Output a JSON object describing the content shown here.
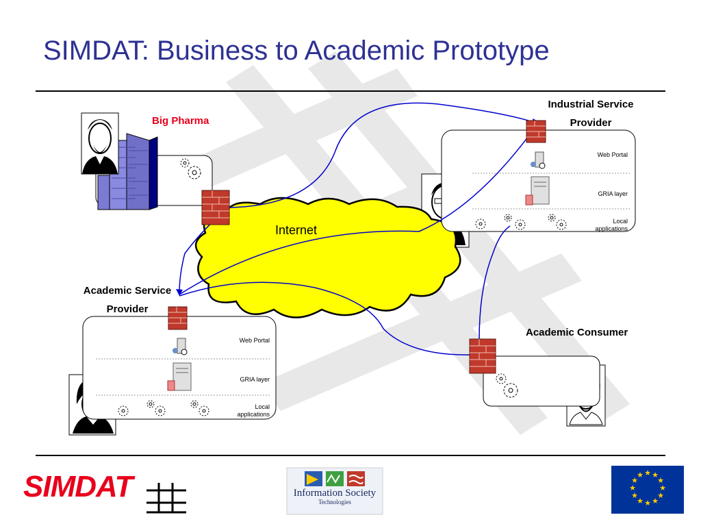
{
  "title": "SIMDAT: Business to Academic Prototype",
  "labels": {
    "big_pharma": "Big Pharma",
    "industrial_line1": "Industrial Service",
    "industrial_line2": "Provider",
    "academic_provider_line1": "Academic Service",
    "academic_provider_line2": "Provider",
    "academic_consumer": "Academic Consumer",
    "internet": "Internet"
  },
  "industrial_panel": {
    "web_portal": "Web Portal",
    "gria_layer": "GRIA layer",
    "local_line1": "Local",
    "local_line2": "applications"
  },
  "academic_panel": {
    "web_portal": "Web Portal",
    "gria_layer": "GRIA layer",
    "local_line1": "Local",
    "local_line2": "applications"
  },
  "footer": {
    "simdat_logo": "SIMDAT",
    "ist_line1": "Information Society",
    "ist_line2": "Technologies"
  },
  "colors": {
    "title": "#2e3192",
    "big_pharma": "#e8001c",
    "cloud": "#ffff00",
    "connector": "#0000cc",
    "eu_flag": "#003399",
    "eu_star": "#ffcc00",
    "simdat_logo": "#e8001c"
  }
}
